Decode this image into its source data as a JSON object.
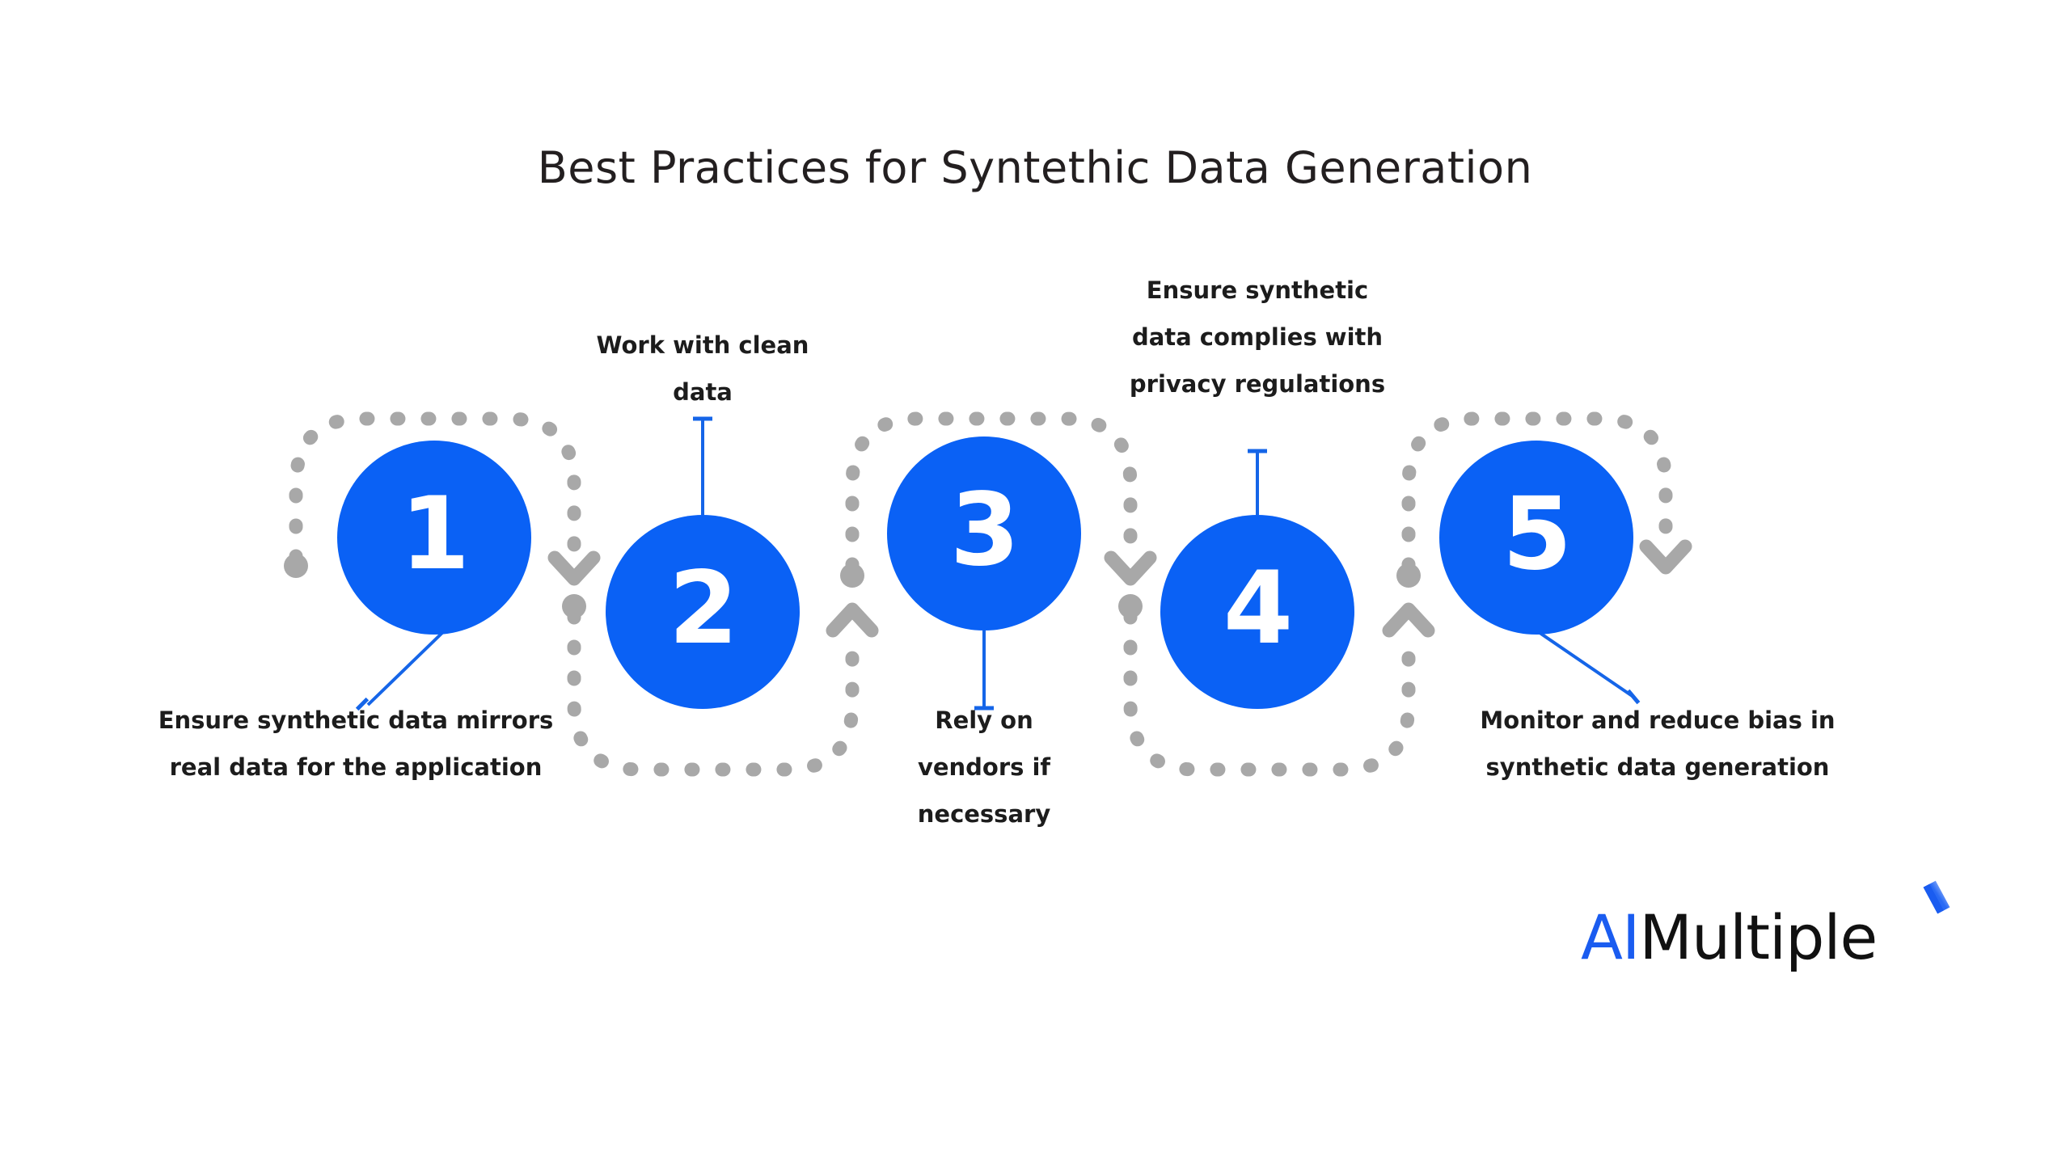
{
  "header": {
    "title": "Best Practices for Syntethic Data Generation"
  },
  "theme": {
    "accent_blue": "#0A61F5",
    "path_gray": "#A8A8A8",
    "text_dark": "#1c1c1c",
    "background": "#ffffff"
  },
  "steps": [
    {
      "number": "1",
      "label": "Ensure synthetic data mirrors real data for the application",
      "label_position": "below"
    },
    {
      "number": "2",
      "label": "Work with clean data",
      "label_position": "above"
    },
    {
      "number": "3",
      "label": "Rely on vendors if necessary",
      "label_position": "below"
    },
    {
      "number": "4",
      "label": "Ensure synthetic data complies with privacy regulations",
      "label_position": "above"
    },
    {
      "number": "5",
      "label": "Monitor and reduce bias in synthetic data generation",
      "label_position": "below"
    }
  ],
  "branding": {
    "logo_prefix": "AI",
    "logo_suffix": "Multiple"
  }
}
